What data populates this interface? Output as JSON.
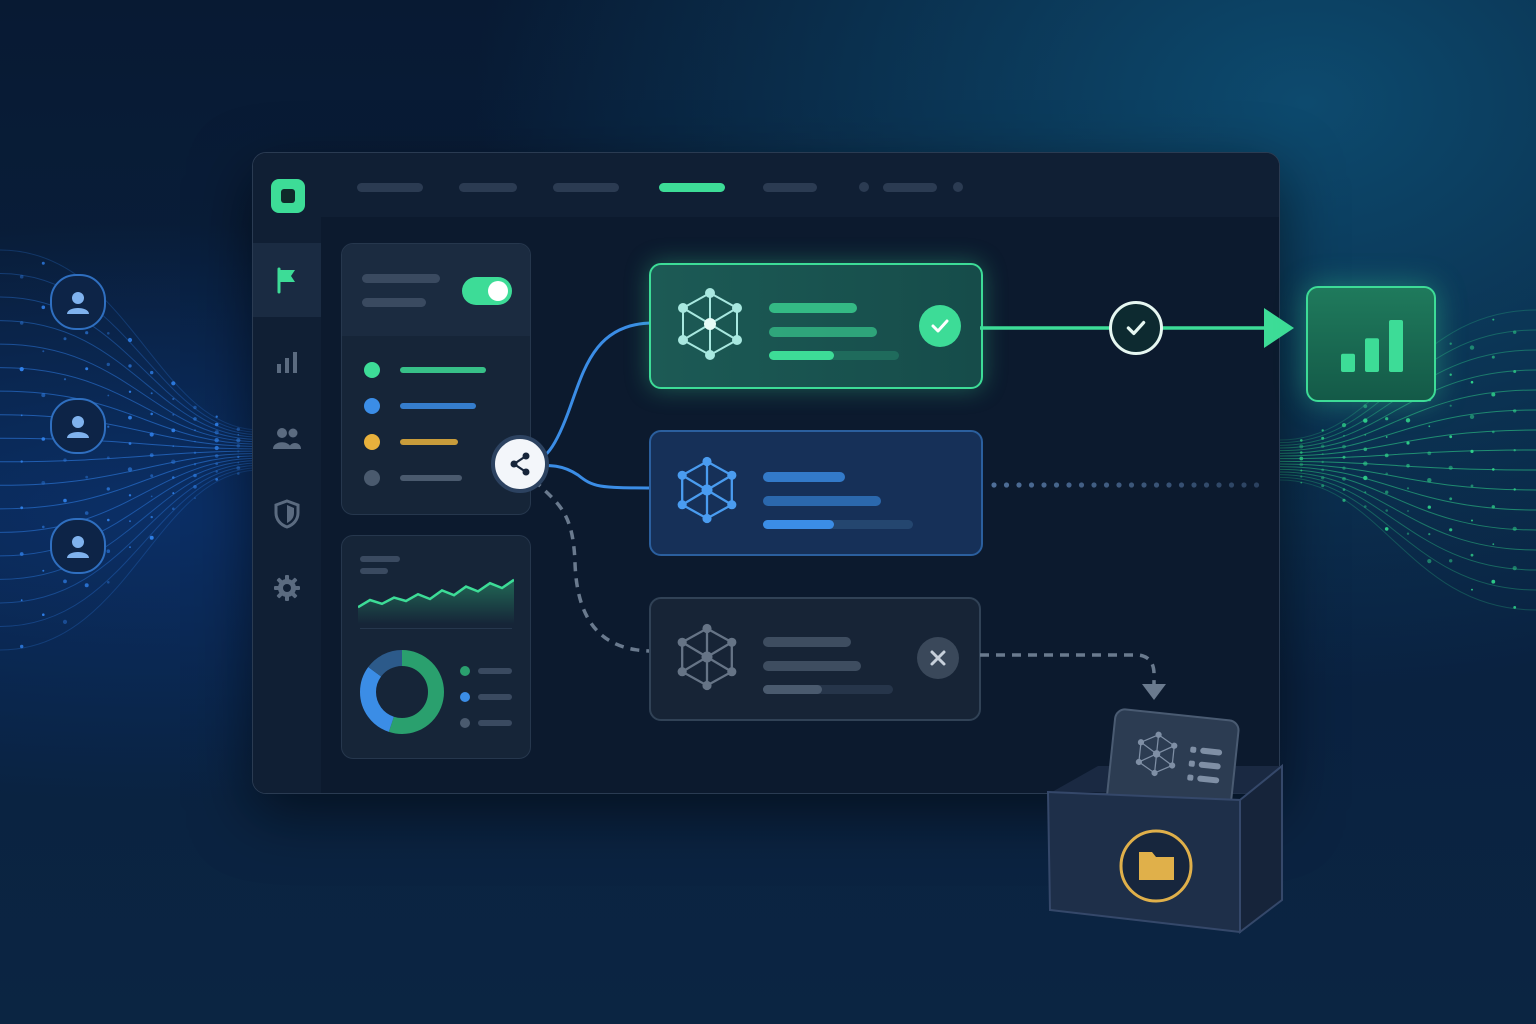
{
  "colors": {
    "background": "#081a33",
    "window": "#0c1a2e",
    "accent_green": "#3ddc97",
    "accent_blue": "#3b8de6",
    "accent_yellow": "#e8b13c",
    "muted_gray": "#4a5a6e",
    "reject_gray": "#5a6878"
  },
  "icons": {
    "app_logo": "square-logo-icon",
    "flag": "flag-icon",
    "chart": "bar-chart-icon",
    "users": "users-icon",
    "shield": "shield-icon",
    "settings": "gear-icon",
    "share": "share-icon",
    "check": "check-icon",
    "close": "close-icon",
    "folder": "folder-icon",
    "network": "network-node-icon",
    "user": "user-avatar-icon"
  },
  "filter_panel": {
    "toggle_on": true,
    "legend_colors": [
      "#3ddc97",
      "#3b8de6",
      "#e8b13c",
      "#4a5a6e"
    ]
  },
  "sparkline": [
    0.35,
    0.5,
    0.42,
    0.55,
    0.48,
    0.62,
    0.52,
    0.7,
    0.6,
    0.78,
    0.68,
    0.85,
    0.75,
    0.92
  ],
  "donut": {
    "segments": [
      {
        "value": 0.55,
        "color": "#2aa06e"
      },
      {
        "value": 0.3,
        "color": "#3b8de6"
      },
      {
        "value": 0.15,
        "color": "#2c5a8a"
      }
    ]
  },
  "pipeline": {
    "approved_progress": 0.5,
    "pending_progress": 0.47,
    "rejected_progress": 0.45
  },
  "report_bars": [
    0.35,
    0.65,
    1.0
  ]
}
